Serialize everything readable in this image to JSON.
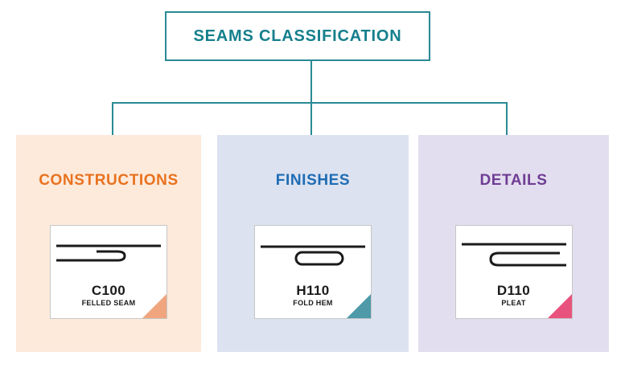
{
  "title": {
    "label": "SEAMS CLASSIFICATION"
  },
  "colors": {
    "connector": "#2a8a95",
    "title_text": "#157f8c",
    "constructions_heading": "#e8721f",
    "constructions_bg": "#fdeadb",
    "constructions_corner": "#f1a57e",
    "finishes_heading": "#1e6cb4",
    "finishes_bg": "#dce2f0",
    "finishes_corner": "#4e9aa9",
    "details_heading": "#6f3d94",
    "details_bg": "#e3deef",
    "details_corner": "#e8537d"
  },
  "cards": [
    {
      "heading": "CONSTRUCTIONS",
      "code": "C100",
      "name": "FELLED SEAM"
    },
    {
      "heading": "FINISHES",
      "code": "H110",
      "name": "FOLD HEM"
    },
    {
      "heading": "DETAILS",
      "code": "D110",
      "name": "PLEAT"
    }
  ]
}
